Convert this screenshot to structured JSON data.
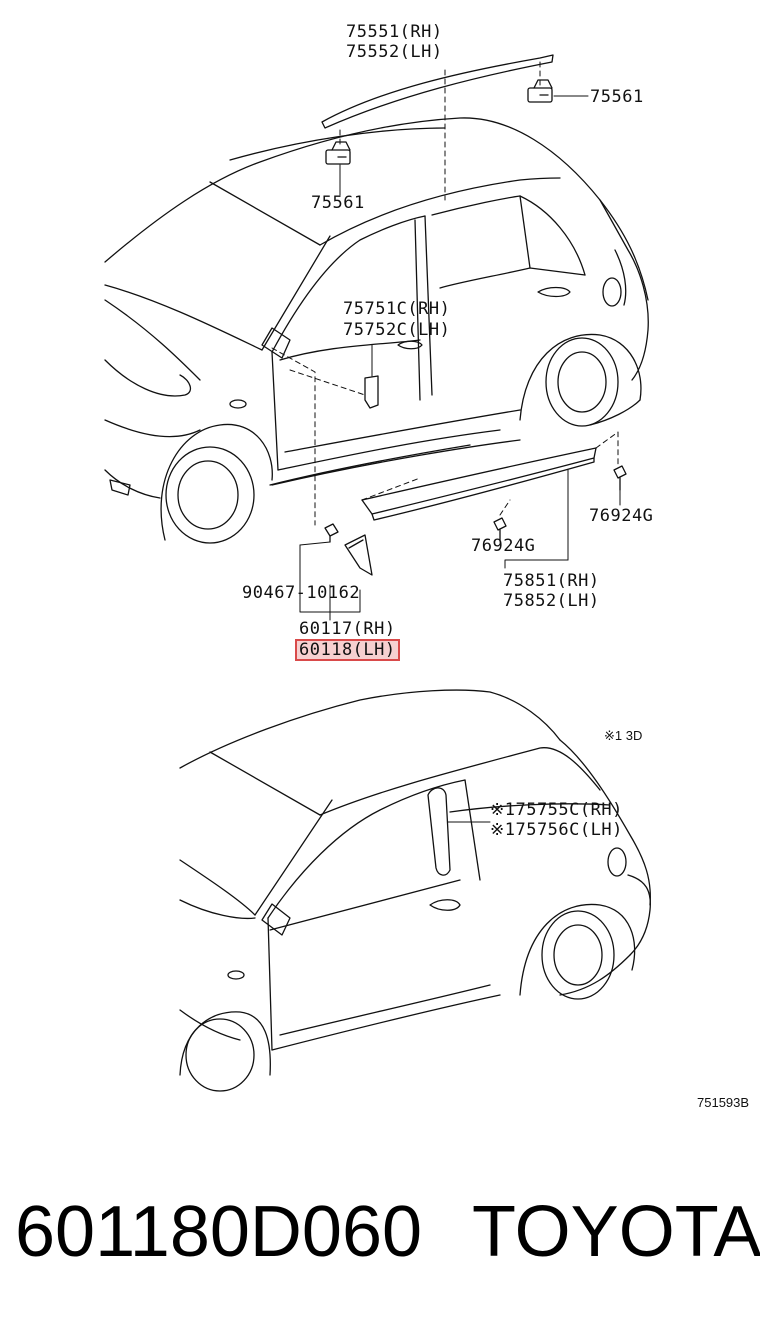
{
  "labels": {
    "p75551": "75551(RH)",
    "p75552": "75552(LH)",
    "p75561_right": "75561",
    "p75561_left": "75561",
    "p75751c": "75751C(RH)",
    "p75752c": "75752C(LH)",
    "p76924g_right": "76924G",
    "p76924g_mid": "76924G",
    "p75851": "75851(RH)",
    "p75852": "75852(LH)",
    "p90467": "90467-10162",
    "p60117": "60117(RH)",
    "p60118": "60118(LH)",
    "note_3d": "※1 3D",
    "p75755c": "※175755C(RH)",
    "p75756c": "※175756C(LH)",
    "diagram_code": "751593B"
  },
  "footer": {
    "part_number": "601180D060",
    "brand": "TOYOTA"
  },
  "colors": {
    "highlight": "#d94a4a",
    "line": "#111111"
  }
}
